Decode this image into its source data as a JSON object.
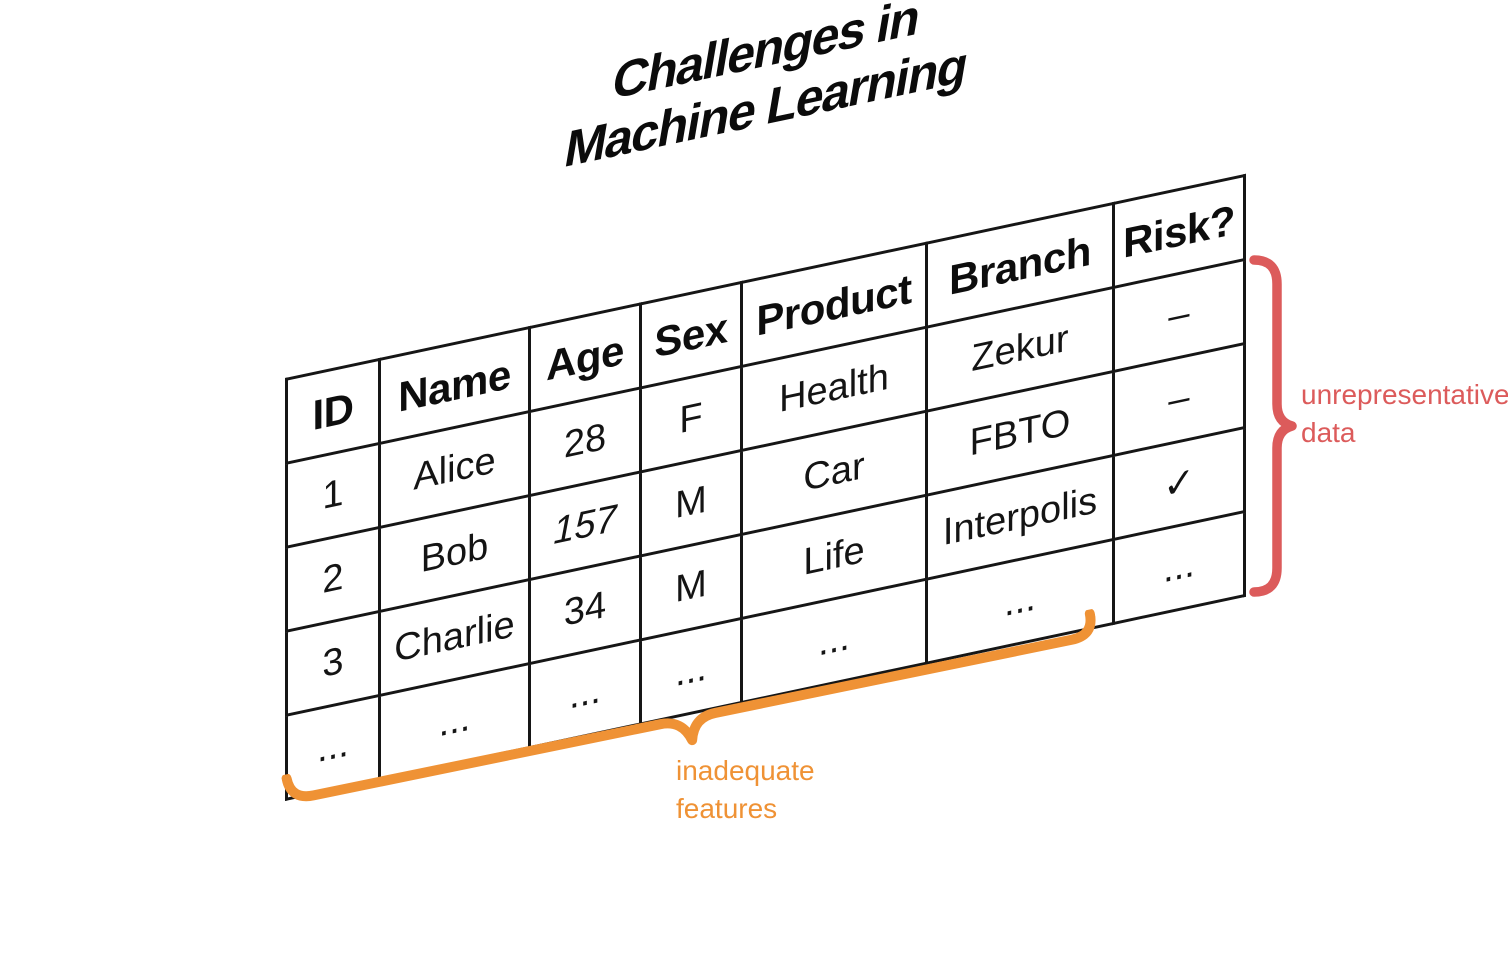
{
  "title": {
    "line1": "Challenges in",
    "line2": "Machine Learning"
  },
  "table": {
    "columns": [
      "ID",
      "Name",
      "Age",
      "Sex",
      "Product",
      "Branch",
      "Risk?"
    ],
    "rows": [
      [
        "1",
        "Alice",
        "28",
        "F",
        "Health",
        "Zekur",
        "–"
      ],
      [
        "2",
        "Bob",
        "157",
        "M",
        "Car",
        "FBTO",
        "–"
      ],
      [
        "3",
        "Charlie",
        "34",
        "M",
        "Life",
        "Interpolis",
        "✓"
      ],
      [
        "...",
        "...",
        "...",
        "...",
        "...",
        "...",
        "..."
      ]
    ],
    "italic_cells": [
      [
        1,
        2
      ]
    ]
  },
  "annotations": {
    "unrepresentative": {
      "icon": "curly-brace-right",
      "line1": "unrepresentative",
      "line2": "data"
    },
    "inadequate": {
      "icon": "curly-underbrace",
      "line1": "inadequate",
      "line2": "features"
    }
  },
  "colors": {
    "red": "#DC5B5B",
    "orange": "#EF9235",
    "ink": "#161616",
    "background": "#FFFFFF"
  }
}
